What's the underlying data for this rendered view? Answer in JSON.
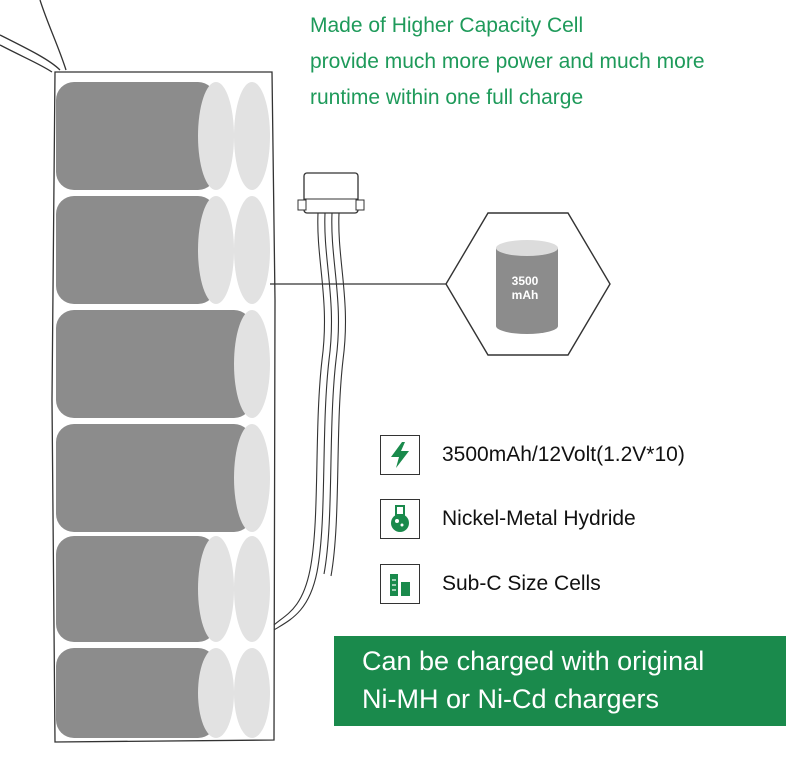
{
  "headline": {
    "line1": "Made of Higher Capacity Cell",
    "line2": "provide much more power and much more",
    "line3": "runtime within one full charge"
  },
  "capacity_callout": {
    "line1": "3500",
    "line2": "mAh"
  },
  "features": [
    {
      "icon": "lightning-bolt-icon",
      "text": "3500mAh/12Volt(1.2V*10)"
    },
    {
      "icon": "flask-icon",
      "text": "Nickel-Metal Hydride"
    },
    {
      "icon": "size-bars-icon",
      "text": "Sub-C Size Cells"
    }
  ],
  "banner": {
    "line1": "Can be charged with original",
    "line2": "Ni-MH or Ni-Cd chargers"
  },
  "colors": {
    "accent_green": "#1e9a5a",
    "banner_green": "#1a8a4c",
    "cell_gray": "#8c8c8c",
    "cell_cap": "#e2e2e2"
  }
}
